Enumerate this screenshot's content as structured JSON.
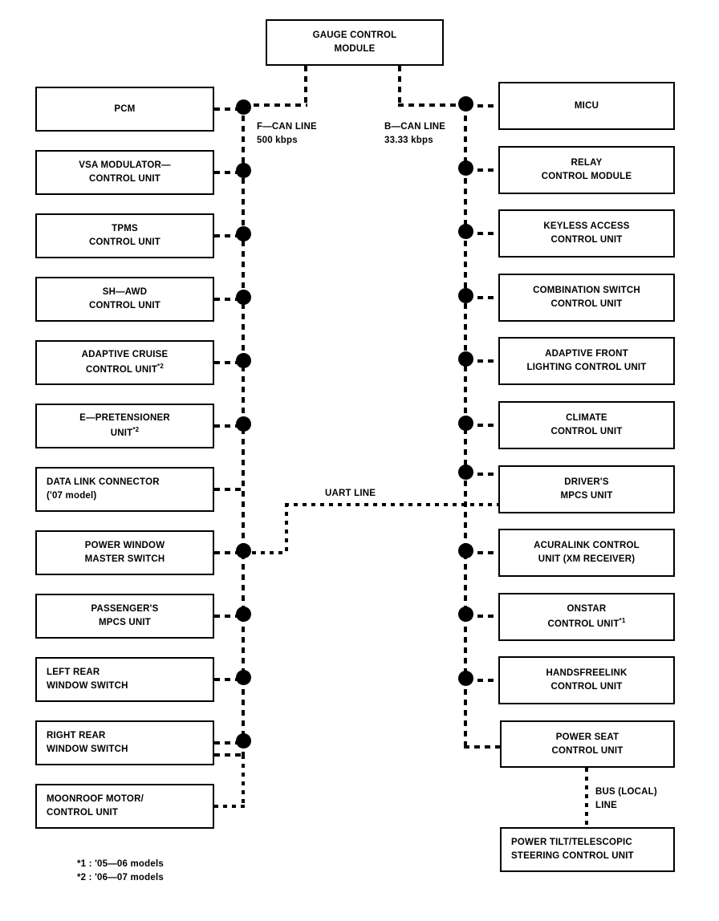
{
  "diagram": {
    "title": "Vehicle multiplex communication network block diagram",
    "gauge_module": {
      "label": "GAUGE CONTROL\nMODULE"
    },
    "bus_labels": {
      "f_can": "F—CAN LINE\n500 kbps",
      "b_can": "B—CAN LINE\n33.33 kbps",
      "uart": "UART LINE",
      "bus_local": "BUS (LOCAL)\nLINE"
    },
    "left_column": [
      {
        "label": "PCM",
        "align": "center"
      },
      {
        "label": "VSA MODULATOR—\nCONTROL UNIT",
        "align": "center"
      },
      {
        "label": "TPMS\nCONTROL UNIT",
        "align": "center"
      },
      {
        "label": "SH—AWD\nCONTROL UNIT",
        "align": "center"
      },
      {
        "label": "ADAPTIVE CRUISE\nCONTROL UNIT*2",
        "align": "center"
      },
      {
        "label": "E—PRETENSIONER\nUNIT*2",
        "align": "center"
      },
      {
        "label": "DATA LINK CONNECTOR\n('07 model)",
        "align": "left"
      },
      {
        "label": "POWER WINDOW\nMASTER SWITCH",
        "align": "center"
      },
      {
        "label": "PASSENGER'S\nMPCS UNIT",
        "align": "center"
      },
      {
        "label": "LEFT REAR\nWINDOW SWITCH",
        "align": "left"
      },
      {
        "label": "RIGHT REAR\nWINDOW SWITCH",
        "align": "left"
      },
      {
        "label": "MOONROOF MOTOR/\nCONTROL UNIT",
        "align": "left"
      }
    ],
    "right_column": [
      {
        "label": "MICU",
        "align": "center"
      },
      {
        "label": "RELAY\nCONTROL MODULE",
        "align": "center"
      },
      {
        "label": "KEYLESS ACCESS\nCONTROL UNIT",
        "align": "center"
      },
      {
        "label": "COMBINATION SWITCH\nCONTROL UNIT",
        "align": "center"
      },
      {
        "label": "ADAPTIVE FRONT\nLIGHTING CONTROL UNIT",
        "align": "center"
      },
      {
        "label": "CLIMATE\nCONTROL UNIT",
        "align": "center"
      },
      {
        "label": "DRIVER'S\nMPCS UNIT",
        "align": "center"
      },
      {
        "label": "ACURALINK CONTROL\nUNIT (XM RECEIVER)",
        "align": "center"
      },
      {
        "label": "ONSTAR\nCONTROL UNIT*1",
        "align": "center"
      },
      {
        "label": "HANDSFREELINK\nCONTROL UNIT",
        "align": "center"
      },
      {
        "label": "POWER SEAT\nCONTROL UNIT",
        "align": "center"
      },
      {
        "label": "POWER TILT/TELESCOPIC\nSTEERING CONTROL UNIT",
        "align": "left"
      }
    ],
    "footnotes": "*1 : '05—06 models\n*2 : '06—07 models",
    "colors": {
      "line": "#000000",
      "box_fill": "#ffffff",
      "background": "#ffffff"
    }
  }
}
